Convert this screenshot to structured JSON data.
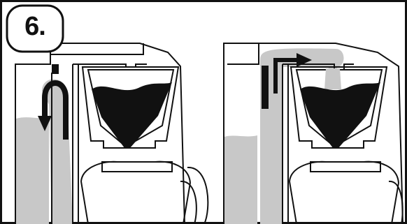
{
  "step_label": "6.",
  "colors": {
    "water": "#c8c8c8",
    "coffee": "#111111",
    "outline": "#111111",
    "background": "#ffffff"
  },
  "panels": [
    {
      "name": "panel-left",
      "icon": "coffee-maker-water-rising-icon"
    },
    {
      "name": "panel-right",
      "icon": "coffee-maker-water-flowing-to-filter-icon"
    }
  ]
}
